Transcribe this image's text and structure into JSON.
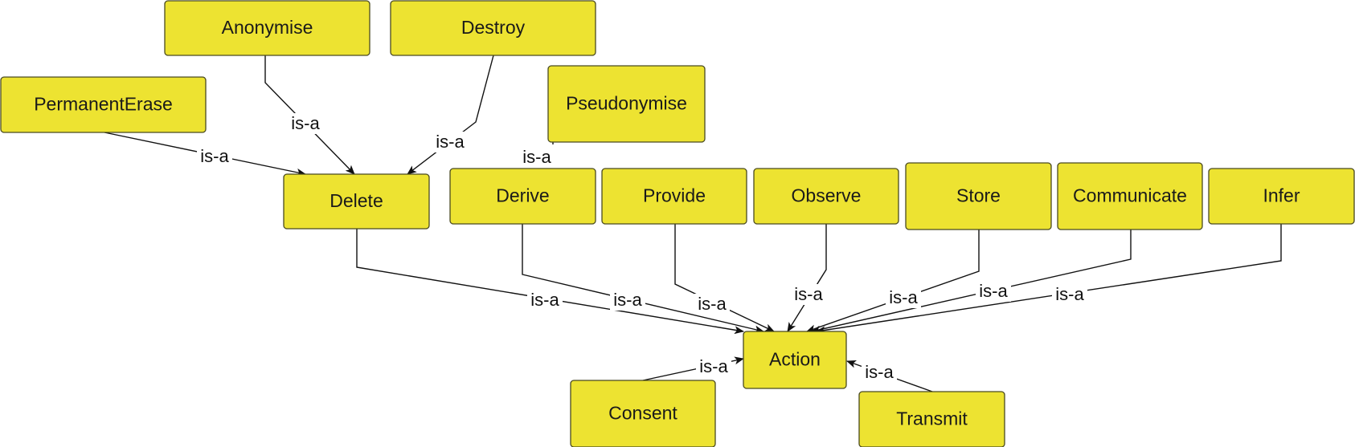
{
  "nodes": [
    {
      "id": "anonymise",
      "label": "Anonymise"
    },
    {
      "id": "destroy",
      "label": "Destroy"
    },
    {
      "id": "permanent-erase",
      "label": "PermanentErase"
    },
    {
      "id": "pseudonymise",
      "label": "Pseudonymise"
    },
    {
      "id": "delete",
      "label": "Delete"
    },
    {
      "id": "derive",
      "label": "Derive"
    },
    {
      "id": "provide",
      "label": "Provide"
    },
    {
      "id": "observe",
      "label": "Observe"
    },
    {
      "id": "store",
      "label": "Store"
    },
    {
      "id": "communicate",
      "label": "Communicate"
    },
    {
      "id": "infer",
      "label": "Infer"
    },
    {
      "id": "action",
      "label": "Action"
    },
    {
      "id": "consent",
      "label": "Consent"
    },
    {
      "id": "transmit",
      "label": "Transmit"
    }
  ],
  "edges": [
    {
      "from": "permanent-erase",
      "to": "delete",
      "label": "is-a"
    },
    {
      "from": "anonymise",
      "to": "delete",
      "label": "is-a"
    },
    {
      "from": "destroy",
      "to": "delete",
      "label": "is-a"
    },
    {
      "from": "pseudonymise",
      "to": "derive",
      "label": "is-a"
    },
    {
      "from": "delete",
      "to": "action",
      "label": "is-a"
    },
    {
      "from": "derive",
      "to": "action",
      "label": "is-a"
    },
    {
      "from": "provide",
      "to": "action",
      "label": "is-a"
    },
    {
      "from": "observe",
      "to": "action",
      "label": "is-a"
    },
    {
      "from": "store",
      "to": "action",
      "label": "is-a"
    },
    {
      "from": "communicate",
      "to": "action",
      "label": "is-a"
    },
    {
      "from": "infer",
      "to": "action",
      "label": "is-a"
    },
    {
      "from": "consent",
      "to": "action",
      "label": "is-a"
    },
    {
      "from": "transmit",
      "to": "action",
      "label": "is-a"
    }
  ],
  "colors": {
    "node_fill": "#ede331",
    "node_border": "#4a4a20",
    "edge": "#111111",
    "text": "#1a1a1a"
  }
}
